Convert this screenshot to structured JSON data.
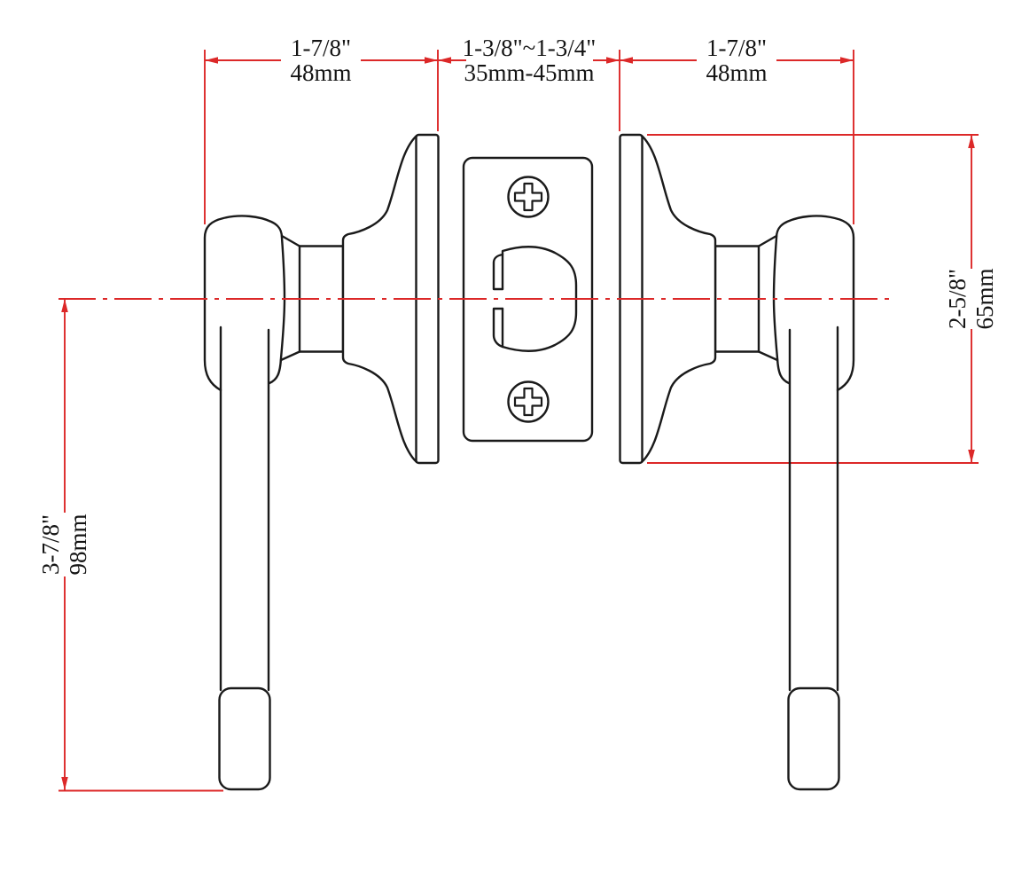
{
  "diagram": {
    "kind": "technical-drawing",
    "subject": "door lever handle set with adjustable latch, front elevation with dimensions",
    "colors": {
      "dimension_red": "#dc2828",
      "outline_black": "#1a1a1a",
      "background": "#ffffff"
    },
    "dimensions": {
      "left_lever_projection": {
        "inches": "1-7/8\"",
        "metric": "48mm"
      },
      "door_thickness_range": {
        "inches": "1-3/8\"~1-3/4\"",
        "metric": "35mm-45mm"
      },
      "right_lever_projection": {
        "inches": "1-7/8\"",
        "metric": "48mm"
      },
      "lever_handle_length": {
        "inches": "3-7/8\"",
        "metric": "98mm"
      },
      "rose_height": {
        "inches": "2-5/8\"",
        "metric": "65mm"
      }
    }
  }
}
